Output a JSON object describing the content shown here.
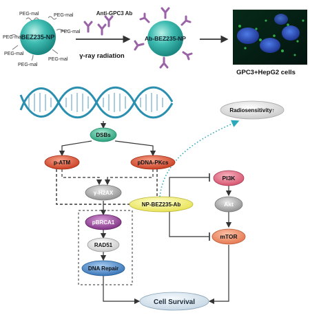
{
  "top_panel": {
    "np_label": "BEZ235-NP",
    "ab_np_label": "Ab-BEZ235-NP",
    "peg_label": "PEG-mal",
    "antibody_label": "Anti-GPC3 Ab",
    "radiation_label": "γ-ray radiation",
    "cells_label": "GPC3+HepG2 cells"
  },
  "pathway": {
    "dsbs": "DSBs",
    "p_atm": "p-ATM",
    "pdna_pkcs": "pDNA-PKcs",
    "h2ax": "γ-H2AX",
    "pbrca1": "pBRCA1",
    "rad51": "RAD51",
    "dna_repair": "DNA Repair",
    "np_bez235_ab": "NP-BEZ235-Ab",
    "pi3k": "PI3K",
    "akt": "Akt",
    "mtor": "mTOR",
    "radiosensitivity": "Radiosensitivity↑",
    "cell_survival": "Cell Survival"
  },
  "colors": {
    "np_sphere": "#36b7ac",
    "antibody": "#9a63a8",
    "dsbs": "#3fb98f",
    "p_atm": "#e05a37",
    "pdna_pkcs": "#e05a37",
    "h2ax": "#a9a9a9",
    "pbrca1": "#8b3a8f",
    "rad51": "#c9c9c9",
    "dna_repair": "#3f7fc1",
    "np_bez235_ab": "#f3f07a",
    "pi3k": "#e06a80",
    "akt": "#9a9a9a",
    "mtor": "#ee8a66",
    "radiosensitivity": "#e6e6e6",
    "cell_survival": "#dfe9f0",
    "dna_helix": "#2b8fb0",
    "dotted_arrow": "#2aa9b8"
  }
}
